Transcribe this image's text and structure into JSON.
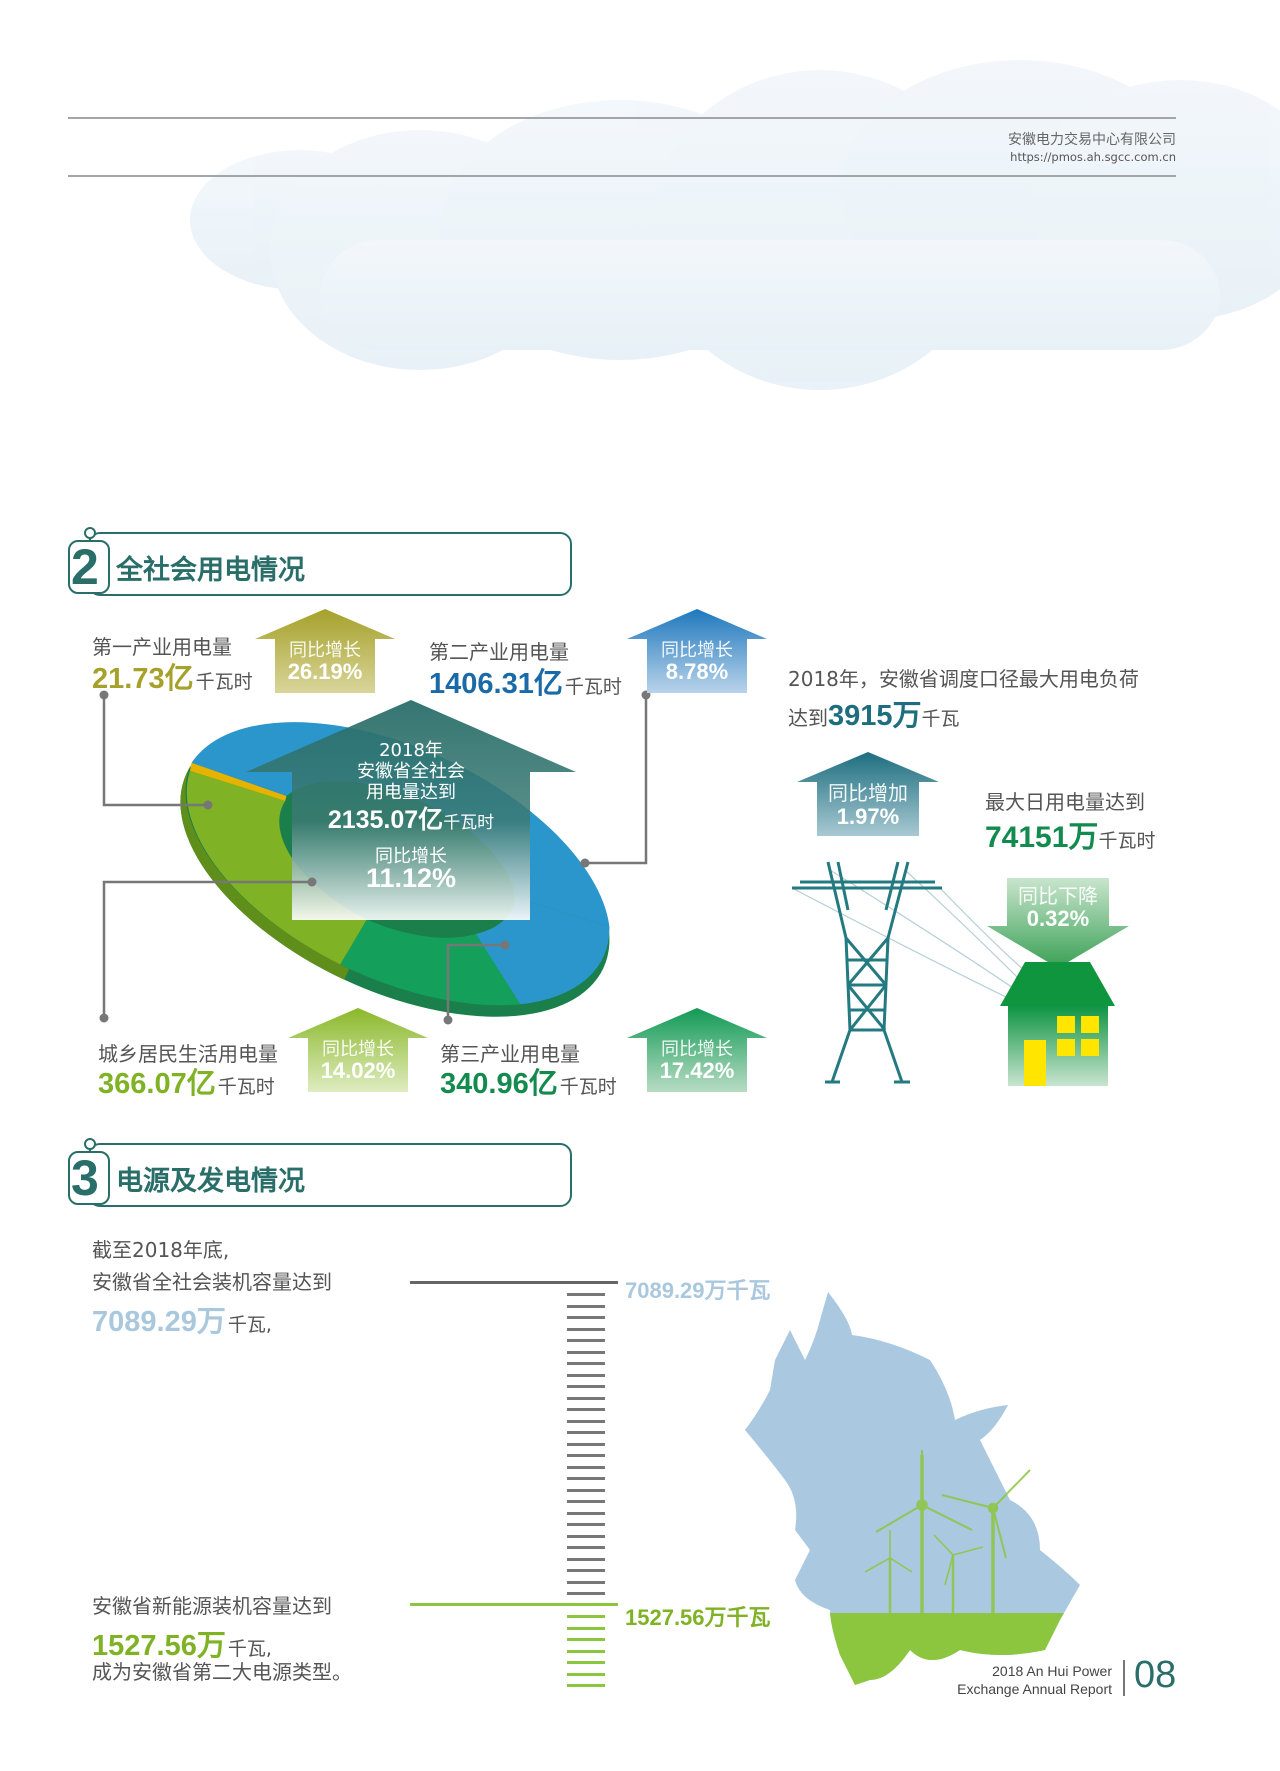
{
  "header": {
    "company": "安徽电力交易中心有限公司",
    "url": "https://pmos.ah.sgcc.com.cn"
  },
  "section2": {
    "number": "2",
    "title": "全社会用电情况",
    "total": {
      "year": "2018年",
      "line1": "安徽省全社会",
      "line2": "用电量达到",
      "value": "2135.07亿",
      "unit": "千瓦时",
      "growth_label": "同比增长",
      "growth": "11.12%"
    },
    "primary": {
      "label": "第一产业用电量",
      "value": "21.73亿",
      "unit": "千瓦时",
      "growth_label": "同比增长",
      "growth": "26.19%"
    },
    "secondary": {
      "label": "第二产业用电量",
      "value": "1406.31亿",
      "unit": "千瓦时",
      "growth_label": "同比增长",
      "growth": "8.78%"
    },
    "residential": {
      "label": "城乡居民生活用电量",
      "value": "366.07亿",
      "unit": "千瓦时",
      "growth_label": "同比增长",
      "growth": "14.02%"
    },
    "tertiary": {
      "label": "第三产业用电量",
      "value": "340.96亿",
      "unit": "千瓦时",
      "growth_label": "同比增长",
      "growth": "17.42%"
    },
    "max_load": {
      "line1": "2018年，安徽省调度口径最大用电负荷",
      "prefix": "达到",
      "value": "3915万",
      "unit": "千瓦",
      "growth_label": "同比增加",
      "growth": "1.97%"
    },
    "max_daily": {
      "line1": "最大日用电量达到",
      "value": "74151万",
      "unit": "千瓦时",
      "change_label": "同比下降",
      "change": "0.32%"
    }
  },
  "section3": {
    "number": "3",
    "title": "电源及发电情况",
    "total_capacity": {
      "line1": "截至2018年底,",
      "line2": "安徽省全社会装机容量达到",
      "value": "7089.29万",
      "unit": "千瓦,",
      "scale_label": "7089.29万千瓦"
    },
    "new_energy": {
      "line1": "安徽省新能源装机容量达到",
      "value": "1527.56万",
      "unit": "千瓦,",
      "line3": "成为安徽省第二大电源类型。",
      "scale_label": "1527.56万千瓦"
    }
  },
  "footer": {
    "line1": "2018 An Hui Power",
    "line2": "Exchange Annual Report",
    "page": "08"
  },
  "colors": {
    "teal": "#2a6e6a",
    "primary": "#a5a12a",
    "secondary": "#2b96cc",
    "residential": "#7fb224",
    "tertiary": "#14a05a",
    "light_blue": "#a9c8de",
    "lime": "#8cc63f",
    "window_yellow": "#ffe500"
  },
  "chart_data": {
    "type": "pie",
    "title": "2018年安徽省全社会用电量 2135.07亿千瓦时",
    "unit": "亿千瓦时",
    "categories": [
      "第一产业",
      "第二产业",
      "第三产业",
      "城乡居民生活"
    ],
    "values": [
      21.73,
      1406.31,
      340.96,
      366.07
    ],
    "growth_pct": [
      26.19,
      8.78,
      17.42,
      14.02
    ],
    "total": 2135.07,
    "total_growth_pct": 11.12
  }
}
